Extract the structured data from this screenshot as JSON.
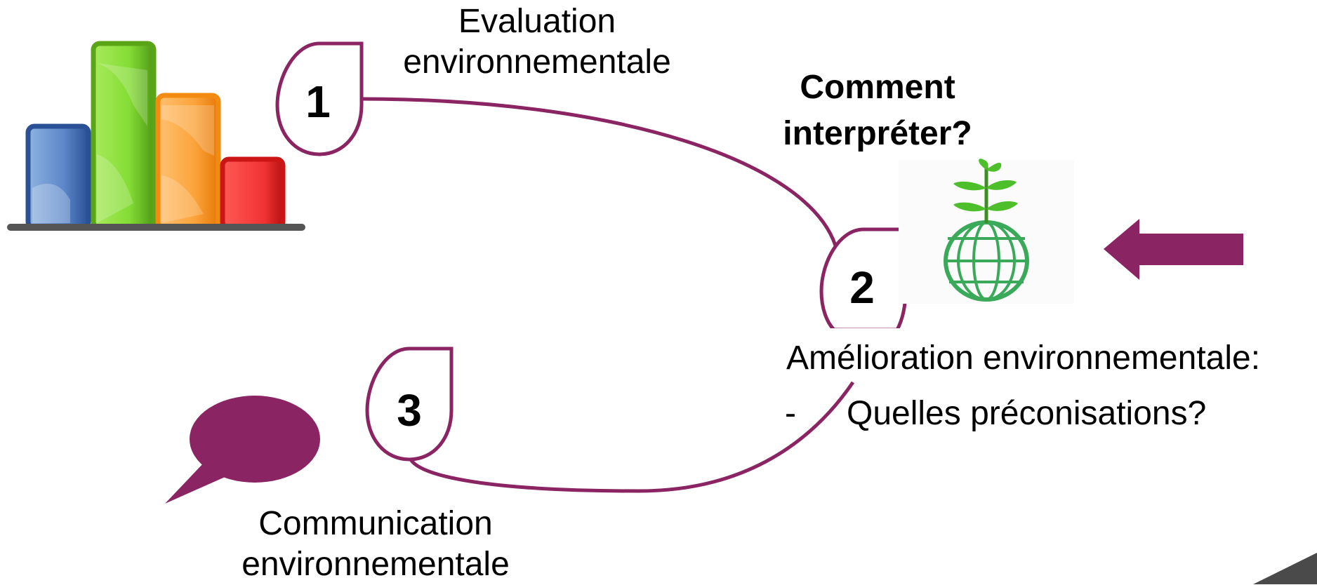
{
  "steps": [
    {
      "number": "1",
      "label_lines": [
        "Evaluation",
        "environnementale"
      ]
    },
    {
      "number": "2",
      "label": "Amélioration environnementale:",
      "bullet_dash": "-",
      "bullet_text": "Quelles préconisations?"
    },
    {
      "number": "3",
      "label_lines": [
        "Communication",
        "environnementale"
      ]
    }
  ],
  "question": [
    "Comment",
    "interpréter?"
  ],
  "icons": [
    "bar-chart-icon",
    "globe-plant-icon",
    "left-arrow-icon",
    "speech-bubble-icon"
  ],
  "colors": {
    "accent": "#8b2463",
    "bar_blue": "#2a5196",
    "bar_green": "#6fc22a",
    "bar_orange": "#f3870f",
    "bar_red": "#e0201f",
    "globe_green": "#3aaa5a",
    "leaf_green": "#4cbf2a"
  }
}
